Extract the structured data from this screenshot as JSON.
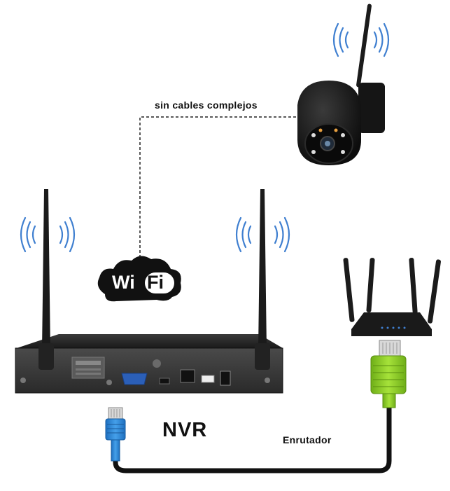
{
  "labels": {
    "cables": "sin cables complejos",
    "nvr": "NVR",
    "router": "Enrutador"
  },
  "wifi_logo": {
    "wi": "Wi",
    "fi": "Fi"
  },
  "colors": {
    "signal_waves": "#3f7fd0",
    "device_body": "#1b1b1b",
    "cable_blue": "#2f86d6",
    "cable_green": "#8ccf2a",
    "cable": "#111111"
  }
}
